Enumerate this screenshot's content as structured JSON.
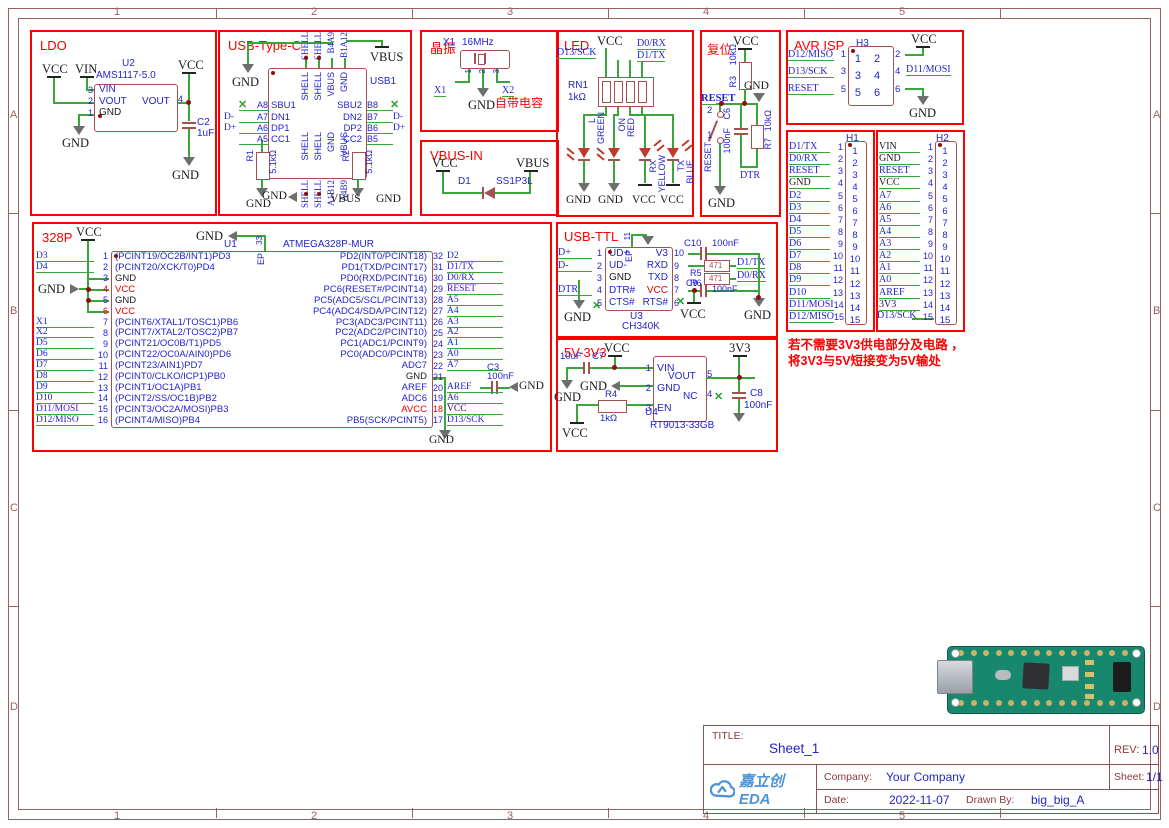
{
  "frame": {
    "columns": [
      "1",
      "2",
      "3",
      "4",
      "5"
    ],
    "rows": [
      "A",
      "B",
      "C",
      "D"
    ]
  },
  "colors": {
    "block_border": "#fb0000",
    "component": "#a35252",
    "wire": "#3aa53a",
    "net_blue": "#2323cc",
    "frame": "#966262"
  },
  "note": {
    "line1": "若不需要3V3供电部分及电路 ，",
    "line2": "将3V3与5V短接变为5V输处"
  },
  "title_block": {
    "title_label": "TITLE:",
    "title": "Sheet_1",
    "rev_label": "REV:",
    "rev": "1.0",
    "company_label": "Company:",
    "company": "Your Company",
    "sheet_label": "Sheet:",
    "sheet": "1/1",
    "date_label": "Date:",
    "date": "2022-11-07",
    "drawn_label": "Drawn By:",
    "drawn": "big_big_A",
    "logo": "嘉立创EDA"
  },
  "blocks": {
    "ldo": {
      "title": "LDO",
      "refdes": "U2",
      "part": "AMS1117-5.0",
      "pins_left": [
        {
          "num": "3",
          "name": "VIN"
        },
        {
          "num": "2",
          "name": "VOUT"
        },
        {
          "num": "1",
          "name": "GND",
          "ncls": "c-black"
        }
      ],
      "pin_right": {
        "num": "4",
        "name": "VOUT"
      },
      "vcc": "VCC",
      "vin": "VIN",
      "vcc2": "VCC",
      "gnd1": "GND",
      "gnd2": "GND",
      "c2_ref": "C2",
      "c2_val": "1uF"
    },
    "usbc": {
      "title": "USB-Type-C",
      "refdes": "USB1",
      "top_nets": [
        "SHELL",
        "SHELL",
        "B4A9",
        "B1A12"
      ],
      "top_pins": [
        "SHELL",
        "SHELL",
        "VBUS",
        "GND"
      ],
      "bot_pins": [
        "SHELL",
        "SHELL",
        "GND",
        "VBUS"
      ],
      "bot_nets": [
        "SHELL",
        "SHELL",
        "A1B12",
        "A4B9"
      ],
      "left_rows": [
        {
          "net": "",
          "num": "A8",
          "name": "SBU1"
        },
        {
          "net": "D-",
          "num": "A7",
          "name": "DN1"
        },
        {
          "net": "D+",
          "num": "A6",
          "name": "DP1"
        },
        {
          "net": "",
          "num": "A5",
          "name": "CC1"
        }
      ],
      "right_rows": [
        {
          "name": "SBU2",
          "num": "B8",
          "net": ""
        },
        {
          "name": "DN2",
          "num": "B7",
          "net": "D-"
        },
        {
          "name": "DP2",
          "num": "B6",
          "net": "D+"
        },
        {
          "name": "CC2",
          "num": "B5",
          "net": ""
        }
      ],
      "r1_ref": "R1",
      "r1_val": "5.1kΩ",
      "r2_ref": "R2",
      "r2_val": "5.1kΩ",
      "gnd_top": "GND",
      "vbus_top": "VBUS",
      "gnd_bot1": "GND",
      "gnd_bot2": "GND",
      "vbus_bot": "VBUS"
    },
    "xtal": {
      "title": "晶振",
      "refdes": "X1",
      "value": "16MHz",
      "pins": [
        "1",
        "2",
        "3"
      ],
      "net_x1": "X1",
      "net_x2": "X2",
      "gnd": "GND",
      "note": "自带电容"
    },
    "vbusin": {
      "title": "VBUS-IN",
      "vcc": "VCC",
      "vbus": "VBUS",
      "d1_ref": "D1",
      "d1_part": "SS1P3L"
    },
    "led": {
      "title": "LED",
      "net_d13": "D13/SCK",
      "net_vcc": "VCC",
      "net_d0": "D0/RX",
      "net_d1": "D1/TX",
      "rn_ref": "RN1",
      "rn_val": "1kΩ",
      "leds": [
        {
          "label": "L",
          "color": "GREEN",
          "bottom": "GND"
        },
        {
          "label": "ON",
          "color": "RED",
          "bottom": "GND"
        },
        {
          "label": "RX",
          "color": "YELLOW",
          "bottom": "VCC"
        },
        {
          "label": "TX",
          "color": "BLUE",
          "bottom": "VCC"
        }
      ]
    },
    "reset": {
      "title": "复位",
      "vcc": "VCC",
      "r3_ref": "R3",
      "r3_val": "10kΩ",
      "gnd1": "GND",
      "net_reset": "RESET",
      "c6_ref": "C6",
      "c6_val": "100nF",
      "r7_ref": "R7",
      "r7_val": "10kΩ",
      "net_dtr": "DTR",
      "sw_pin_top": "2",
      "sw_pin_bot": "1",
      "sw_label": "RESET",
      "gnd2": "GND"
    },
    "isp": {
      "title": "AVR ISP",
      "refdes": "H3",
      "left": [
        {
          "net": "D12/MISO",
          "num": "1"
        },
        {
          "net": "D13/SCK",
          "num": "3"
        },
        {
          "net": "RESET",
          "num": "5"
        }
      ],
      "right_nums": [
        "2",
        "4",
        "6"
      ],
      "grid": [
        "1 2",
        "3 4",
        "5 6"
      ],
      "vcc": "VCC",
      "mosi": "D11/MOSI",
      "gnd": "GND"
    },
    "h1": {
      "refdes": "H1",
      "pins": [
        {
          "net": "D1/TX",
          "num": "1"
        },
        {
          "net": "D0/RX",
          "num": "2"
        },
        {
          "net": "RESET",
          "num": "3"
        },
        {
          "net": "GND",
          "num": "4",
          "tcls": "c-black"
        },
        {
          "net": "D2",
          "num": "5"
        },
        {
          "net": "D3",
          "num": "6"
        },
        {
          "net": "D4",
          "num": "7"
        },
        {
          "net": "D5",
          "num": "8"
        },
        {
          "net": "D6",
          "num": "9"
        },
        {
          "net": "D7",
          "num": "10"
        },
        {
          "net": "D8",
          "num": "11"
        },
        {
          "net": "D9",
          "num": "12"
        },
        {
          "net": "D10",
          "num": "13"
        },
        {
          "net": "D11/MOSI",
          "num": "14"
        },
        {
          "net": "D12/MISO",
          "num": "15"
        }
      ]
    },
    "h2": {
      "refdes": "H2",
      "bottom_net": "D13/SCK",
      "pins": [
        {
          "net": "VIN",
          "num": "1",
          "tcls": "c-black"
        },
        {
          "net": "GND",
          "num": "2",
          "tcls": "c-black"
        },
        {
          "net": "RESET",
          "num": "3"
        },
        {
          "net": "VCC",
          "num": "4",
          "tcls": "c-black"
        },
        {
          "net": "A7",
          "num": "5"
        },
        {
          "net": "A6",
          "num": "6"
        },
        {
          "net": "A5",
          "num": "7"
        },
        {
          "net": "A4",
          "num": "8"
        },
        {
          "net": "A3",
          "num": "9"
        },
        {
          "net": "A2",
          "num": "10"
        },
        {
          "net": "A1",
          "num": "11"
        },
        {
          "net": "A0",
          "num": "12"
        },
        {
          "net": "AREF",
          "num": "13"
        },
        {
          "net": "3V3",
          "num": "14",
          "tcls": "c-black"
        },
        {
          "net": "",
          "num": "15",
          "ucls": "u0"
        }
      ]
    },
    "mcu": {
      "title": "328P",
      "refdes": "U1",
      "part": "ATMEGA328P-MUR",
      "vcc_top": "VCC",
      "gnd_top": "GND",
      "ep": "EP",
      "ep_num": "33",
      "gnd_left": "GND",
      "left_pins": [
        {
          "net": "D3",
          "num": "1",
          "name": "(PCINT19/OC2B/INT1)PD3"
        },
        {
          "net": "D4",
          "num": "2",
          "name": "(PCINT20/XCK/T0)PD4"
        },
        {
          "net": "",
          "num": "3",
          "name": "GND",
          "ncls": "c-black",
          "ucls": "u0"
        },
        {
          "net": "",
          "num": "4",
          "name": "VCC",
          "ncls": "c-red",
          "numcls": "c-red",
          "ucls": "u0"
        },
        {
          "net": "",
          "num": "5",
          "name": "GND",
          "ncls": "c-black",
          "ucls": "u0"
        },
        {
          "net": "",
          "num": "6",
          "name": "VCC",
          "ncls": "c-red",
          "numcls": "c-red",
          "ucls": "u0"
        },
        {
          "net": "X1",
          "num": "7",
          "name": "(PCINT6/XTAL1/TOSC1)PB6"
        },
        {
          "net": "X2",
          "num": "8",
          "name": "(PCINT7/XTAL2/TOSC2)PB7"
        },
        {
          "net": "D5",
          "num": "9",
          "name": "(PCINT21/OC0B/T1)PD5"
        },
        {
          "net": "D6",
          "num": "10",
          "name": "(PCINT22/OC0A/AIN0)PD6"
        },
        {
          "net": "D7",
          "num": "11",
          "name": "(PCINT23/AIN1)PD7"
        },
        {
          "net": "D8",
          "num": "12",
          "name": "(PCINT0/CLKO/ICP1)PB0"
        },
        {
          "net": "D9",
          "num": "13",
          "name": "(PCINT1/OC1A)PB1"
        },
        {
          "net": "D10",
          "num": "14",
          "name": "(PCINT2/SS/OC1B)PB2"
        },
        {
          "net": "D11/MOSI",
          "num": "15",
          "name": "(PCINT3/OC2A/MOSI)PB3"
        },
        {
          "net": "D12/MISO",
          "num": "16",
          "name": "(PCINT4/MISO)PB4"
        }
      ],
      "right_pins": [
        {
          "name": "PD2(INT0/PCINT18)",
          "num": "32",
          "net": "D2"
        },
        {
          "name": "PD1(TXD/PCINT17)",
          "num": "31",
          "net": "D1/TX"
        },
        {
          "name": "PD0(RXD/PCINT16)",
          "num": "30",
          "net": "D0/RX"
        },
        {
          "name": "PC6(RESET#/PCINT14)",
          "num": "29",
          "net": "RESET"
        },
        {
          "name": "PC5(ADC5/SCL/PCINT13)",
          "num": "28",
          "net": "A5"
        },
        {
          "name": "PC4(ADC4/SDA/PCINT12)",
          "num": "27",
          "net": "A4"
        },
        {
          "name": "PC3(ADC3/PCINT11)",
          "num": "26",
          "net": "A3"
        },
        {
          "name": "PC2(ADC2/PCINT10)",
          "num": "25",
          "net": "A2"
        },
        {
          "name": "PC1(ADC1/PCINT9)",
          "num": "24",
          "net": "A1"
        },
        {
          "name": "PC0(ADC0/PCINT8)",
          "num": "23",
          "net": "A0"
        },
        {
          "name": "ADC7",
          "num": "22",
          "net": "A7"
        },
        {
          "name": "GND",
          "num": "21",
          "net": "",
          "ncls": "c-black",
          "ucls": "u0"
        },
        {
          "name": "AREF",
          "num": "20",
          "net": "AREF"
        },
        {
          "name": "ADC6",
          "num": "19",
          "net": "A6"
        },
        {
          "name": "AVCC",
          "num": "18",
          "net": "VCC",
          "ncls": "c-red",
          "numcls": "c-red",
          "tcls": "c-black"
        },
        {
          "name": "PB5(SCK/PCINT5)",
          "num": "17",
          "net": "D13/SCK"
        }
      ],
      "c3_ref": "C3",
      "c3_val": "100nF",
      "gnd_c3": "GND",
      "gnd_bottom": "GND"
    },
    "usbttl": {
      "title": "USB-TTL",
      "refdes": "U3",
      "part": "CH340K",
      "ep": "EP",
      "ep_num": "11",
      "left_rows": [
        {
          "net": "D+",
          "num": "1",
          "name": "UD+"
        },
        {
          "net": "D-",
          "num": "2",
          "name": "UD-"
        },
        {
          "net": "",
          "num": "3",
          "name": "GND",
          "ncls": "c-black",
          "ucls": "u0"
        },
        {
          "net": "DTR",
          "num": "4",
          "name": "DTR#"
        },
        {
          "net": "",
          "num": "5",
          "name": "CTS#",
          "ucls": "u0"
        }
      ],
      "right_rows": [
        {
          "name": "V3",
          "num": "10"
        },
        {
          "name": "RXD",
          "num": "9"
        },
        {
          "name": "TXD",
          "num": "8"
        },
        {
          "name": "VCC",
          "num": "7",
          "ncls": "c-red"
        },
        {
          "name": "RTS#",
          "num": "6"
        }
      ],
      "c10_ref": "C10",
      "c10_val": "100nF",
      "r5_ref": "R5",
      "r5_val": "471",
      "r6_ref": "R6",
      "r6_val": "471",
      "c9_ref": "C9",
      "c9_val": "100nF",
      "net_tx": "D1/TX",
      "net_rx": "D0/RX",
      "gnd1": "GND",
      "gnd2": "GND",
      "vcc": "VCC"
    },
    "v33": {
      "title": "5V-3V3",
      "refdes": "U4",
      "part": "RT9013-33GB",
      "vcc_top": "VCC",
      "c7_val": "10uF",
      "c7_ref": "C7",
      "gnd1": "GND",
      "gnd2": "GND",
      "r4_ref": "R4",
      "r4_val": "1kΩ",
      "vcc_bot": "VCC",
      "left_rows": [
        {
          "num": "1",
          "name": "VIN"
        },
        {
          "num": "2",
          "name": "GND"
        },
        {
          "num": "3",
          "name": "EN"
        }
      ],
      "right_rows": [
        {
          "name": "VOUT",
          "num": "5"
        },
        {
          "name": "NC",
          "num": "4"
        }
      ],
      "net_3v3": "3V3",
      "c8_ref": "C8",
      "c8_val": "100nF"
    }
  }
}
